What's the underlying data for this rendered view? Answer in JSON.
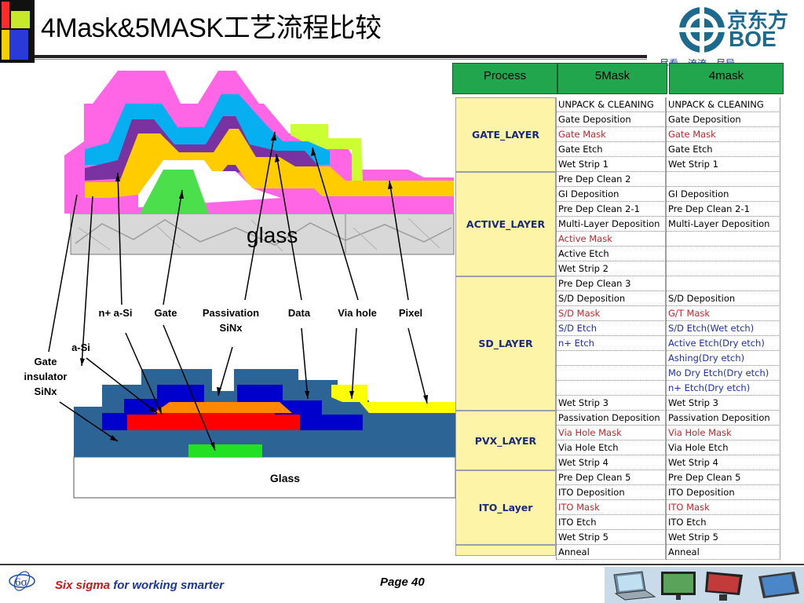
{
  "slide": {
    "title": "4Mask&5MASK工艺流程比较",
    "logo_cn": "京东方",
    "logo_en": "BOE",
    "slogan_top": "尽看一流流一尽导",
    "page_label": "Page 40",
    "footer_red": "Six sigma",
    "footer_blue": " for working smarter",
    "sixsigma_logo_text": "6σ"
  },
  "diagram": {
    "top_glass_label": "glass",
    "bottom_glass_label": "Glass",
    "labels": {
      "n_plus_asi": "n+ a-Si",
      "gate": "Gate",
      "passivation_1": "Passivation",
      "passivation_2": "SiNx",
      "data": "Data",
      "via_hole": "Via hole",
      "pixel": "Pixel",
      "asi": "a-Si",
      "gate_insulator_1": "Gate",
      "gate_insulator_2": "insulator",
      "gate_insulator_3": "SiNx"
    },
    "colors": {
      "pink": "#ff66e6",
      "cyan": "#05aff0",
      "purple": "#7a32a0",
      "yellow": "#ffcc00",
      "green": "#4be04b",
      "lime": "#ccff33",
      "navy": "#0000cc",
      "steel": "#2d6496",
      "red": "#ff0000"
    }
  },
  "table": {
    "headers": [
      "Process",
      "5Mask",
      "4mask"
    ],
    "header_color": "#21a64d",
    "layer_color": "#fdf4a8",
    "layers": [
      "GATE_LAYER",
      "ACTIVE_LAYER",
      "SD_LAYER",
      "PVX_LAYER",
      "ITO_Layer"
    ],
    "col5": [
      {
        "text": "UNPACK & CLEANING",
        "style": ""
      },
      {
        "text": "Gate Deposition",
        "style": ""
      },
      {
        "text": "Gate Mask",
        "style": "red"
      },
      {
        "text": "Gate Etch",
        "style": ""
      },
      {
        "text": "Wet Strip 1",
        "style": ""
      },
      {
        "text": "Pre Dep Clean 2",
        "style": ""
      },
      {
        "text": "GI Deposition",
        "style": ""
      },
      {
        "text": "Pre Dep Clean 2-1",
        "style": ""
      },
      {
        "text": "Multi-Layer Deposition",
        "style": ""
      },
      {
        "text": "Active Mask",
        "style": "red"
      },
      {
        "text": "Active Etch",
        "style": ""
      },
      {
        "text": "Wet Strip 2",
        "style": ""
      },
      {
        "text": "Pre Dep Clean 3",
        "style": ""
      },
      {
        "text": "S/D Deposition",
        "style": ""
      },
      {
        "text": "S/D Mask",
        "style": "red"
      },
      {
        "text": "S/D Etch",
        "style": "blue"
      },
      {
        "text": "n+ Etch",
        "style": "blue"
      },
      {
        "text": "",
        "style": ""
      },
      {
        "text": "",
        "style": ""
      },
      {
        "text": "",
        "style": ""
      },
      {
        "text": "Wet Strip 3",
        "style": ""
      },
      {
        "text": "Passivation Deposition",
        "style": ""
      },
      {
        "text": "Via Hole Mask",
        "style": "red"
      },
      {
        "text": "Via Hole Etch",
        "style": ""
      },
      {
        "text": "Wet Strip 4",
        "style": ""
      },
      {
        "text": "Pre Dep Clean 5",
        "style": ""
      },
      {
        "text": "ITO Deposition",
        "style": ""
      },
      {
        "text": "ITO Mask",
        "style": "red"
      },
      {
        "text": "ITO Etch",
        "style": ""
      },
      {
        "text": "Wet Strip 5",
        "style": ""
      },
      {
        "text": "Anneal",
        "style": ""
      }
    ],
    "col4": [
      {
        "text": "UNPACK & CLEANING",
        "style": ""
      },
      {
        "text": "Gate Deposition",
        "style": ""
      },
      {
        "text": "Gate Mask",
        "style": "red"
      },
      {
        "text": "Gate Etch",
        "style": ""
      },
      {
        "text": "Wet Strip 1",
        "style": ""
      },
      {
        "text": "",
        "style": ""
      },
      {
        "text": "GI Deposition",
        "style": ""
      },
      {
        "text": "Pre Dep Clean 2-1",
        "style": ""
      },
      {
        "text": "Multi-Layer Deposition",
        "style": ""
      },
      {
        "text": "",
        "style": ""
      },
      {
        "text": "",
        "style": ""
      },
      {
        "text": "",
        "style": ""
      },
      {
        "text": "",
        "style": ""
      },
      {
        "text": "S/D Deposition",
        "style": ""
      },
      {
        "text": "G/T Mask",
        "style": "red"
      },
      {
        "text": "S/D Etch(Wet etch)",
        "style": "blue"
      },
      {
        "text": "Active Etch(Dry etch)",
        "style": "blue"
      },
      {
        "text": "Ashing(Dry etch)",
        "style": "blue"
      },
      {
        "text": "Mo Dry Etch(Dry etch)",
        "style": "blue"
      },
      {
        "text": "n+ Etch(Dry etch)",
        "style": "blue"
      },
      {
        "text": "Wet Strip 3",
        "style": ""
      },
      {
        "text": "Passivation Deposition",
        "style": ""
      },
      {
        "text": "Via Hole Mask",
        "style": "red"
      },
      {
        "text": "Via Hole Etch",
        "style": ""
      },
      {
        "text": "Wet Strip 4",
        "style": ""
      },
      {
        "text": "Pre Dep Clean 5",
        "style": ""
      },
      {
        "text": "ITO Deposition",
        "style": ""
      },
      {
        "text": "ITO Mask",
        "style": "red"
      },
      {
        "text": "ITO Etch",
        "style": ""
      },
      {
        "text": "Wet Strip 5",
        "style": ""
      },
      {
        "text": "Anneal",
        "style": ""
      }
    ]
  }
}
